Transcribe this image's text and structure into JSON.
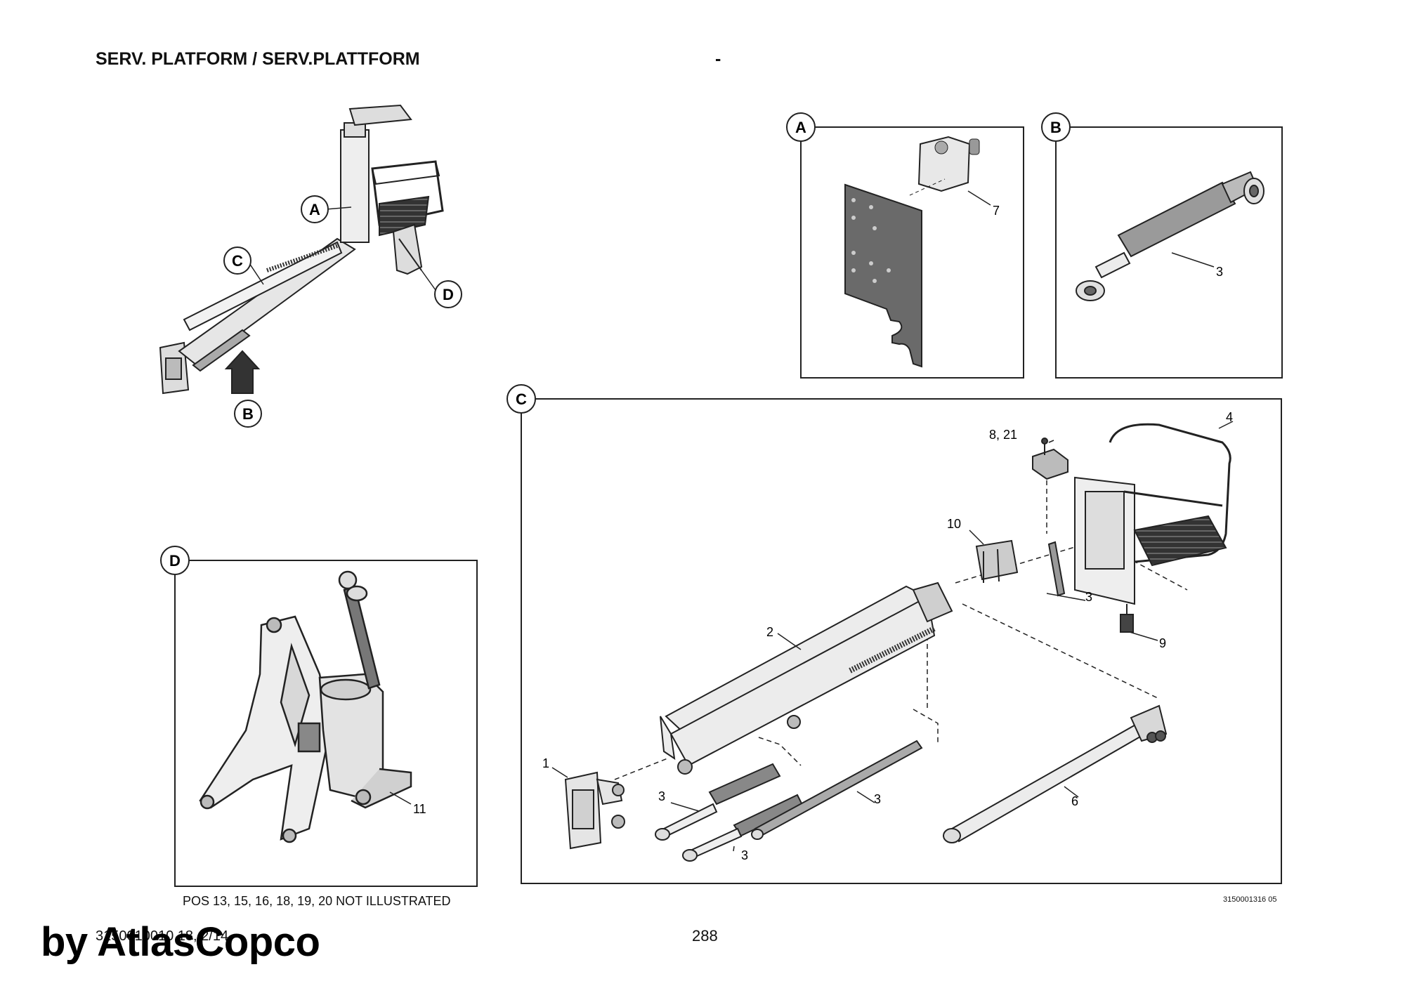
{
  "header": {
    "title": "SERV. PLATFORM / SERV.PLATTFORM",
    "separator": "-"
  },
  "callouts": {
    "a": "A",
    "b": "B",
    "c": "C",
    "d": "D"
  },
  "positions": {
    "p1": "1",
    "p2": "2",
    "p3": "3",
    "p4": "4",
    "p6": "6",
    "p7": "7",
    "p8_21": "8, 21",
    "p9": "9",
    "p10": "10",
    "p11": "11"
  },
  "footer": {
    "note": "POS 13, 15, 16, 18, 19, 20 NOT ILLUSTRATED",
    "drawing_number": "3150001316 05",
    "document_id": "3150010010 18, 2/14",
    "page_number": "288",
    "brand": "by AtlasCopco"
  },
  "colors": {
    "line": "#222222",
    "fill_light": "#e4e4e4",
    "fill_mid": "#9a9a9a",
    "fill_dark": "#555555"
  }
}
